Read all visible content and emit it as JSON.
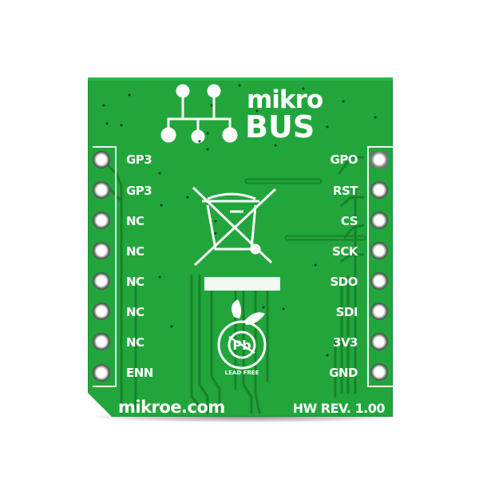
{
  "board": {
    "color": "#22a63c",
    "silkscreen_color": "#ffffff",
    "logo": {
      "line1": "mikro",
      "line2": "BUS",
      "icon": "mikrobus-network-icon"
    },
    "left_pins": [
      {
        "label": "GP3"
      },
      {
        "label": "GP3"
      },
      {
        "label": "NC"
      },
      {
        "label": "NC"
      },
      {
        "label": "NC"
      },
      {
        "label": "NC"
      },
      {
        "label": "NC"
      },
      {
        "label": "ENN"
      }
    ],
    "right_pins": [
      {
        "label": "GPO"
      },
      {
        "label": "RST"
      },
      {
        "label": "CS"
      },
      {
        "label": "SCK"
      },
      {
        "label": "SDO"
      },
      {
        "label": "SDI"
      },
      {
        "label": "3V3"
      },
      {
        "label": "GND"
      }
    ],
    "symbols": {
      "weee": "crossed-out-bin-icon",
      "lead_free": "lead-free-icon",
      "lead_free_text": "LEAD FREE",
      "lead_free_symbol": "Pb"
    },
    "footer": {
      "website": "mikroe.com",
      "revision": "HW REV. 1.00"
    }
  }
}
